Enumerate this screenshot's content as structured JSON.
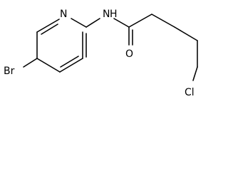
{
  "molecule": {
    "atoms": {
      "nitrogen_ring": "N",
      "amide_nitrogen": "N",
      "amide_hydrogen": "H",
      "bromine": "Br",
      "oxygen": "O",
      "chlorine": "Cl"
    }
  }
}
